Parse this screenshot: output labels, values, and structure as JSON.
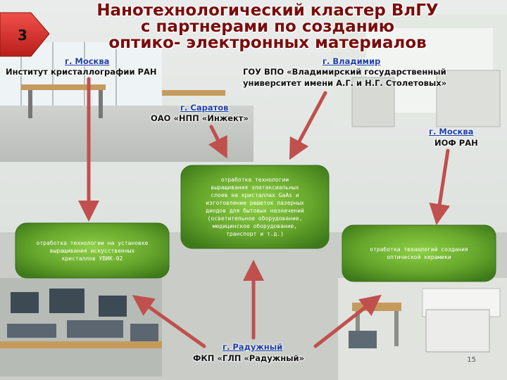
{
  "slide": {
    "number_badge": "3",
    "title_lines": [
      "Нанотехнологический кластер ВлГУ",
      "с партнерами по созданию",
      "оптико- электронных материалов"
    ],
    "page_number": "15"
  },
  "partners": {
    "moscow_1": {
      "city": "г. Москва",
      "org": "Институт кристаллографии РАН"
    },
    "vladimir": {
      "city": "г. Владимир",
      "org_lines": [
        "ГОУ ВПО «Владимирский государственный",
        "университет имени А.Г. и Н.Г. Столетовых»"
      ]
    },
    "saratov": {
      "city": "г. Саратов",
      "org": "ОАО «НПП «Инжект»"
    },
    "moscow_2": {
      "city": "г. Москва",
      "org": "ИОФ РАН"
    },
    "raduzhny": {
      "city": "г. Радужный",
      "org": "ФКП «ГЛП «Радужный»"
    }
  },
  "boxes": {
    "center": "отработка технологии\nвыращивания эпитаксиальных\nслоев на кристаллах GaAs и\nизготовление решеток лазерных\nдиодов для бытовых назначений\n(осветительное оборудование,\nмедицинское оборудование,\nтранспорт и т.д.)",
    "left": "отработка технологии на установке\nвыращивания искусственных\nкристаллов УВИК-02",
    "right": "отработка технологий создания\nоптической керамики"
  },
  "colors": {
    "title": "#7a0c0c",
    "city_link": "#1f3fa8",
    "arrow": "#c0504d",
    "box_green": "#5aa02c",
    "badge_red": "#d62a24"
  }
}
